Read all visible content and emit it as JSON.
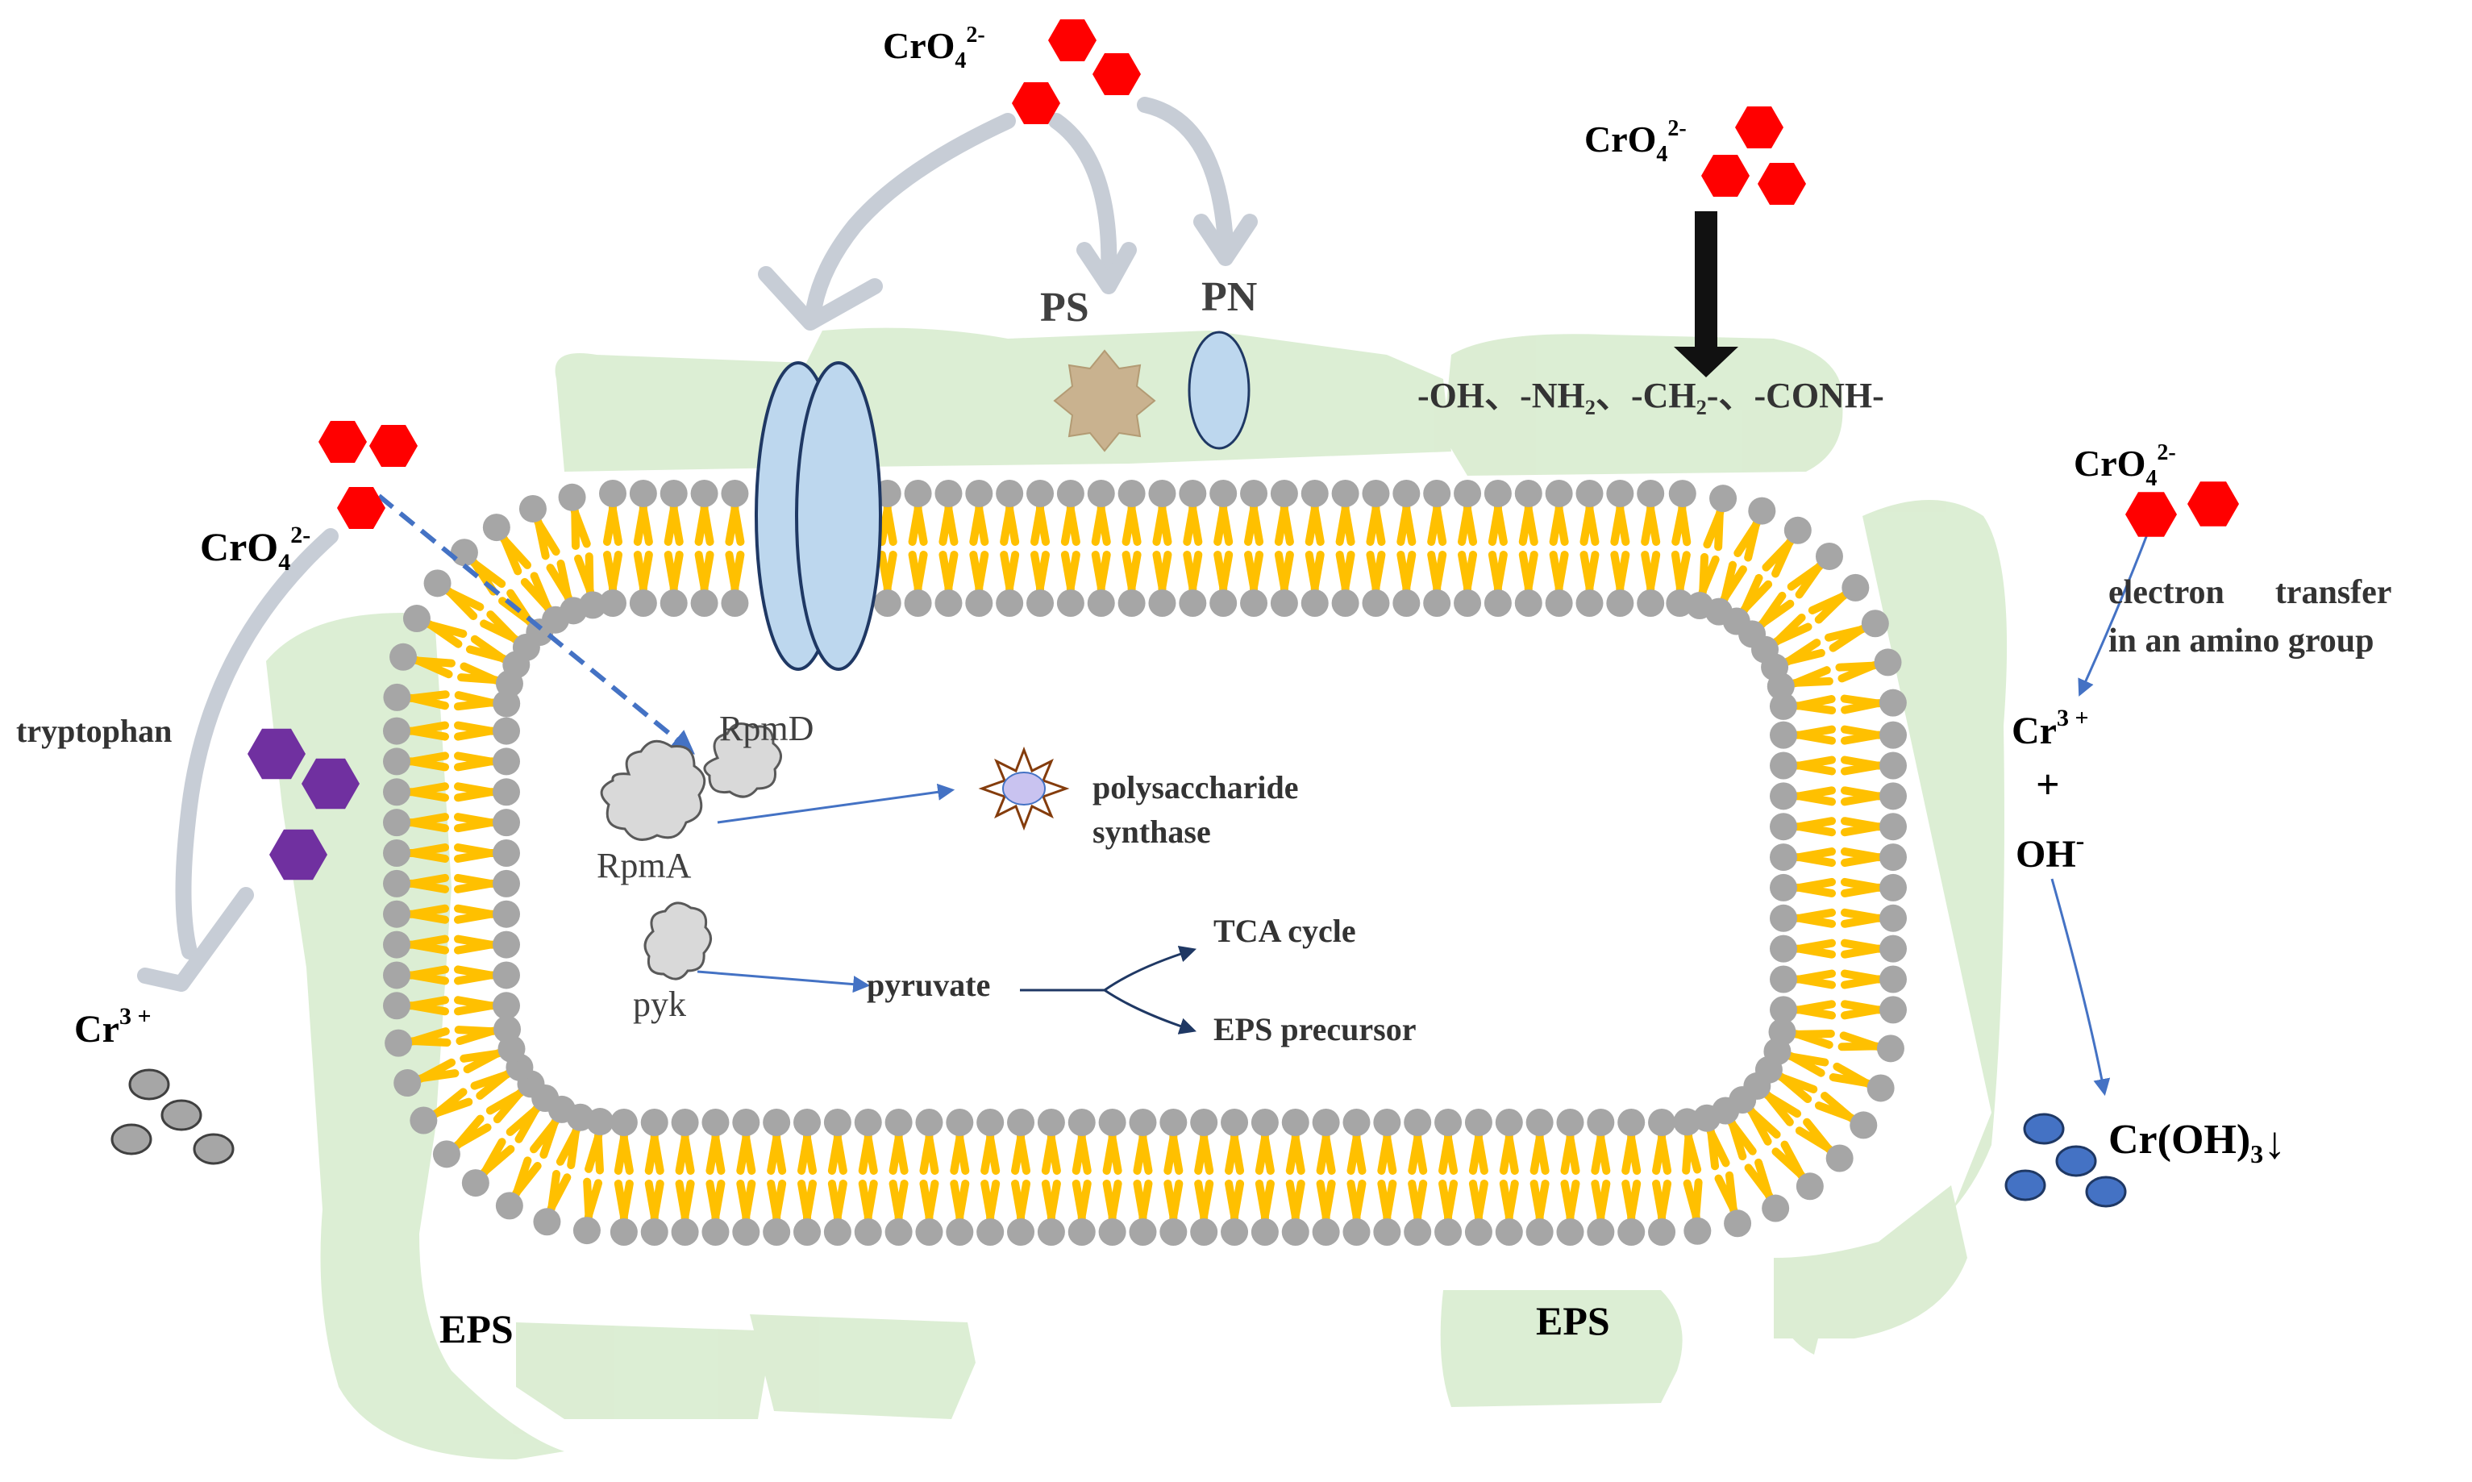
{
  "ions": {
    "chromate_top": "CrO",
    "chromate_sub": "4",
    "chromate_sup": "2-",
    "cr3": "Cr",
    "cr3_sup": "3 +",
    "oh": "OH",
    "oh_sup": "-",
    "plus": "+",
    "croh3": "Cr(OH)",
    "croh3_sub": "3",
    "croh3_arrow": "↓"
  },
  "labels": {
    "ps": "PS",
    "pn": "PN",
    "functional_groups": "-OH、-NH₂、-CH₂-、-CONH-",
    "tryptophan": "tryptophan",
    "electron_transfer_1": "electron      transfer",
    "electron_transfer_2": "in an amino group",
    "eps_left": "EPS",
    "eps_right": "EPS",
    "rpmd": "RpmD",
    "rpma": "RpmA",
    "pyk": "pyk",
    "polysaccharide_1": "polysaccharide",
    "polysaccharide_2": "synthase",
    "pyruvate": "pyruvate",
    "tca": "TCA cycle",
    "eps_precursor": "EPS precursor"
  },
  "colors": {
    "chromate": "#ff0000",
    "tryptophan": "#7030a0",
    "cr3_particle": "#a6a6a6",
    "croh3_particle": "#4472c4",
    "eps": "#d6ebcc",
    "lipid_tail": "#ffc000",
    "lipid_head": "#a6a6a6",
    "channel": "#bdd7ee",
    "ps_star": "#c9b28f",
    "arrow_gray": "#c7cdd6",
    "arrow_blue": "#4472c4",
    "arrow_dark": "#1f3864"
  }
}
